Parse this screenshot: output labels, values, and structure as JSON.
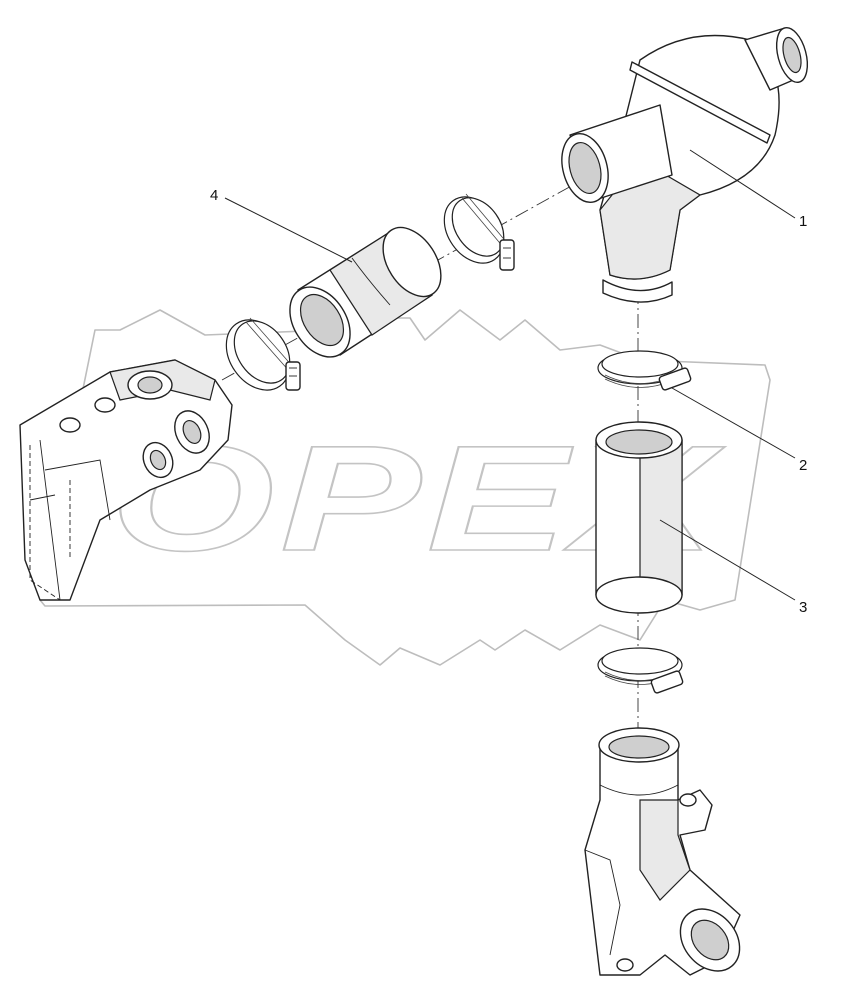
{
  "watermark": {
    "text": "OPEX"
  },
  "callouts": [
    {
      "id": "1",
      "label": "1"
    },
    {
      "id": "2",
      "label": "2"
    },
    {
      "id": "3",
      "label": "3"
    },
    {
      "id": "4",
      "label": "4"
    }
  ]
}
